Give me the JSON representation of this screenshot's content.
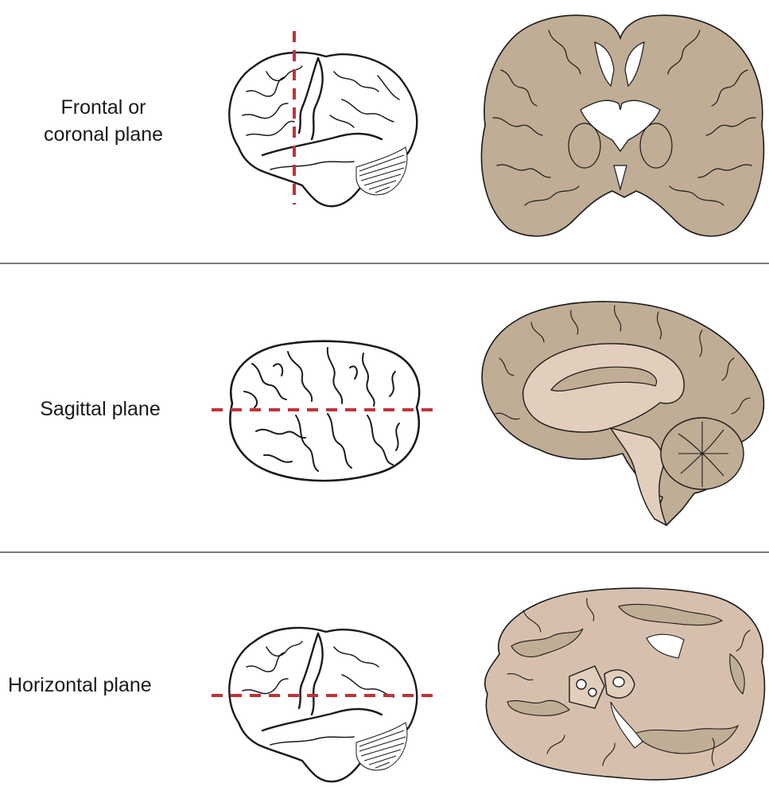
{
  "panels": [
    {
      "label_line1": "Frontal or",
      "label_line2": "coronal plane"
    },
    {
      "label": "Sagittal plane"
    },
    {
      "label": "Horizontal plane"
    }
  ],
  "colors": {
    "cut_line": "#c0323a",
    "gray_matter": "#bfad95",
    "white_matter": "#e2cebc",
    "outline": "#1a1a1a",
    "divider": "#7a7a7a"
  },
  "icons": [
    "brain-lateral-icon",
    "brain-top-icon",
    "coronal-section-icon",
    "sagittal-section-icon",
    "horizontal-section-icon"
  ]
}
